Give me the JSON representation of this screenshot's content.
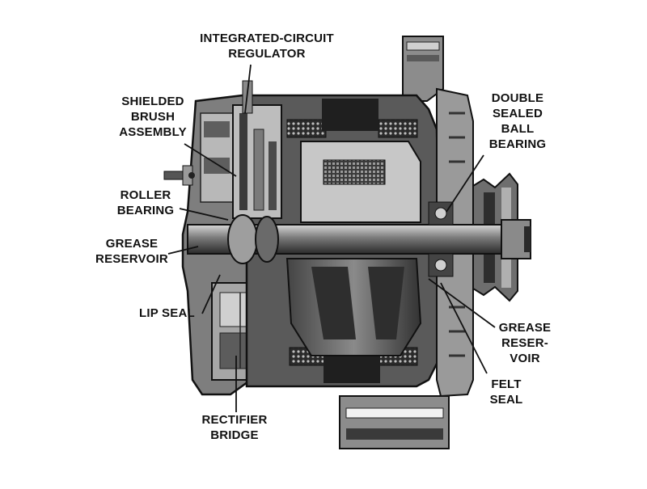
{
  "labels": {
    "integrated_circuit_regulator": [
      "INTEGRATED-CIRCUIT",
      "REGULATOR"
    ],
    "shielded_brush_assembly": [
      "SHIELDED",
      "BRUSH",
      "ASSEMBLY"
    ],
    "roller_bearing": [
      "ROLLER",
      "BEARING"
    ],
    "grease_reservoir_left": [
      "GREASE",
      "RESERVOIR"
    ],
    "lip_seal": [
      "LIP SEAL"
    ],
    "rectifier_bridge": [
      "RECTIFIER",
      "BRIDGE"
    ],
    "double_sealed_ball_bearing": [
      "DOUBLE",
      "SEALED",
      "BALL",
      "BEARING"
    ],
    "grease_reservoir_right": [
      "GREASE",
      "RESER-",
      "VOIR"
    ],
    "felt_seal": [
      "FELT",
      "SEAL"
    ]
  }
}
